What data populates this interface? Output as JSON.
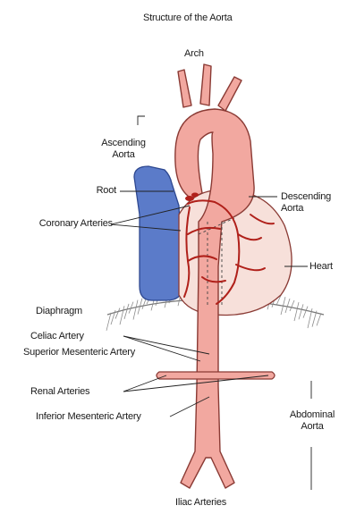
{
  "diagram": {
    "title": "Structure of the Aorta",
    "labels": {
      "arch": "Arch",
      "ascending_aorta": "Ascending Aorta",
      "root": "Root",
      "descending_aorta": "Descending Aorta",
      "coronary_arteries": "Coronary Arteries",
      "heart": "Heart",
      "diaphragm": "Diaphragm",
      "celiac_artery": "Celiac Artery",
      "superior_mesenteric_artery": "Superior Mesenteric Artery",
      "renal_arteries": "Renal Arteries",
      "inferior_mesenteric_artery": "Inferior Mesenteric Artery",
      "abdominal_aorta": "Abdominal Aorta",
      "iliac_arteries": "Iliac Arteries"
    },
    "colors": {
      "aorta": "#f2a8a0",
      "aorta_outline": "#8a3a34",
      "heart": "#f6dcd6",
      "vein": "#5b7bc9",
      "vessel_red": "#b0201a",
      "diaphragm": "#888888"
    }
  }
}
